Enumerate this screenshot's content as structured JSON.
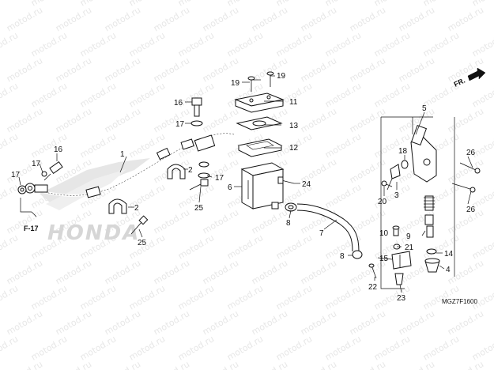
{
  "diagram": {
    "watermark_text": "motod.ru",
    "figure_code": "MGZ7F1600",
    "direction_label": "FR.",
    "reference_label": "F-17",
    "brand_text": "HONDA",
    "colors": {
      "ink": "#111111",
      "watermark": "#e7e7e7",
      "brand_fill": "#d6d6d6"
    },
    "callouts": [
      {
        "id": "c1",
        "text": "1"
      },
      {
        "id": "c2a",
        "text": "2"
      },
      {
        "id": "c2b",
        "text": "2"
      },
      {
        "id": "c3",
        "text": "3"
      },
      {
        "id": "c4",
        "text": "4"
      },
      {
        "id": "c5",
        "text": "5"
      },
      {
        "id": "c6",
        "text": "6"
      },
      {
        "id": "c7",
        "text": "7"
      },
      {
        "id": "c8a",
        "text": "8"
      },
      {
        "id": "c8b",
        "text": "8"
      },
      {
        "id": "c9",
        "text": "9"
      },
      {
        "id": "c10",
        "text": "10"
      },
      {
        "id": "c11",
        "text": "11"
      },
      {
        "id": "c12",
        "text": "12"
      },
      {
        "id": "c13",
        "text": "13"
      },
      {
        "id": "c14",
        "text": "14"
      },
      {
        "id": "c15",
        "text": "15"
      },
      {
        "id": "c16a",
        "text": "16"
      },
      {
        "id": "c16b",
        "text": "16"
      },
      {
        "id": "c17a",
        "text": "17"
      },
      {
        "id": "c17b",
        "text": "17"
      },
      {
        "id": "c17c",
        "text": "17"
      },
      {
        "id": "c17d",
        "text": "17"
      },
      {
        "id": "c18",
        "text": "18"
      },
      {
        "id": "c19a",
        "text": "19"
      },
      {
        "id": "c19b",
        "text": "19"
      },
      {
        "id": "c20",
        "text": "20"
      },
      {
        "id": "c21",
        "text": "21"
      },
      {
        "id": "c22",
        "text": "22"
      },
      {
        "id": "c23",
        "text": "23"
      },
      {
        "id": "c24",
        "text": "24"
      },
      {
        "id": "c25a",
        "text": "25"
      },
      {
        "id": "c25b",
        "text": "25"
      },
      {
        "id": "c26a",
        "text": "26"
      },
      {
        "id": "c26b",
        "text": "26"
      }
    ]
  }
}
